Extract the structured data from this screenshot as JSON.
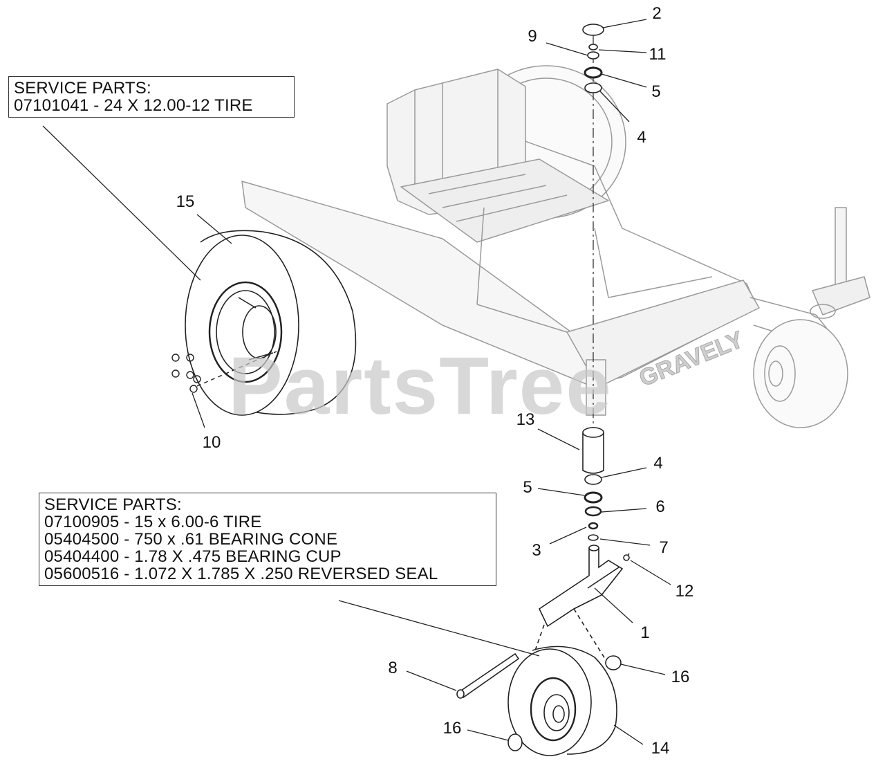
{
  "service_boxes": {
    "top": {
      "lines": [
        "SERVICE PARTS:",
        "07101041 - 24 X 12.00-12 TIRE"
      ]
    },
    "bottom": {
      "lines": [
        "SERVICE PARTS:",
        "07100905 - 15 x 6.00-6 TIRE",
        "05404500 - 750 x .61 BEARING CONE",
        "05404400 - 1.78 X .475 BEARING CUP",
        "05600516 - 1.072 X 1.785 X .250 REVERSED SEAL"
      ]
    }
  },
  "callouts": [
    {
      "id": "2",
      "label": "2"
    },
    {
      "id": "9",
      "label": "9"
    },
    {
      "id": "11",
      "label": "11"
    },
    {
      "id": "5a",
      "label": "5"
    },
    {
      "id": "4a",
      "label": "4"
    },
    {
      "id": "15",
      "label": "15"
    },
    {
      "id": "10",
      "label": "10"
    },
    {
      "id": "13",
      "label": "13"
    },
    {
      "id": "4b",
      "label": "4"
    },
    {
      "id": "5b",
      "label": "5"
    },
    {
      "id": "6",
      "label": "6"
    },
    {
      "id": "3",
      "label": "3"
    },
    {
      "id": "7",
      "label": "7"
    },
    {
      "id": "12",
      "label": "12"
    },
    {
      "id": "1",
      "label": "1"
    },
    {
      "id": "8",
      "label": "8"
    },
    {
      "id": "16a",
      "label": "16"
    },
    {
      "id": "16b",
      "label": "16"
    },
    {
      "id": "14",
      "label": "14"
    }
  ],
  "frame_brand": "GRAVELY",
  "watermark": "PartsTree"
}
